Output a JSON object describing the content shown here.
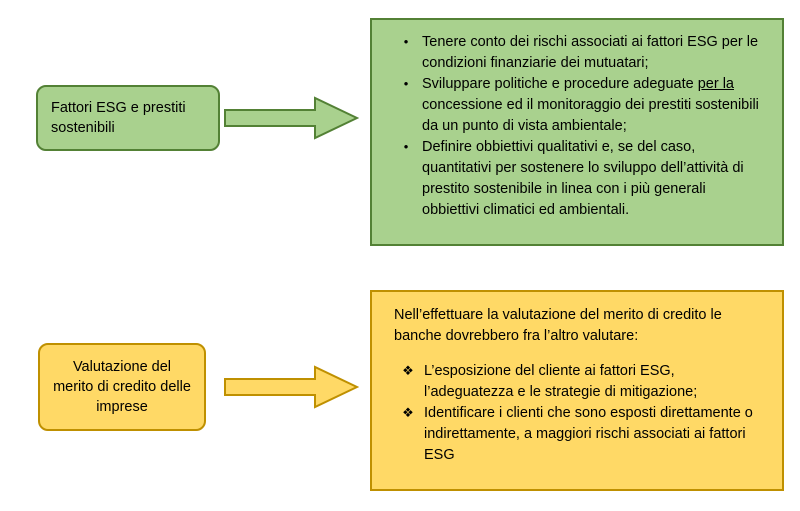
{
  "colors": {
    "green_fill": "#A9D18E",
    "green_border": "#538135",
    "yellow_fill": "#FFD966",
    "yellow_border": "#BF9000",
    "text": "#000000"
  },
  "top_flow": {
    "label": "Fattori ESG e prestiti sostenibili",
    "arrow_icon": "right-block-arrow",
    "panel": {
      "bullet_glyph": "•",
      "items": [
        {
          "text": "Tenere conto dei rischi associati ai fattori ESG per le condizioni finanziarie dei mutuatari;"
        },
        {
          "pre": "Sviluppare politiche e procedure adeguate ",
          "underlined": "per la",
          "post": " concessione ed il monitoraggio dei prestiti sostenibili da un punto di vista ambientale;"
        },
        {
          "text": "Definire obbiettivi qualitativi e, se del caso, quantitativi per sostenere lo sviluppo dell’attività di prestito sostenibile in linea con i più generali obbiettivi climatici ed ambientali."
        }
      ]
    }
  },
  "bottom_flow": {
    "label": "Valutazione del merito di credito delle imprese",
    "arrow_icon": "right-block-arrow",
    "panel": {
      "intro": "Nell’effettuare la valutazione del merito di credito le banche dovrebbero fra l’altro valutare:",
      "bullet_glyph": "❖",
      "items": [
        {
          "text": "L’esposizione del cliente ai fattori ESG, l’adeguatezza e le strategie di mitigazione;"
        },
        {
          "text": "Identificare i clienti che sono esposti direttamente o indirettamente, a maggiori rischi associati ai fattori ESG"
        }
      ]
    }
  }
}
